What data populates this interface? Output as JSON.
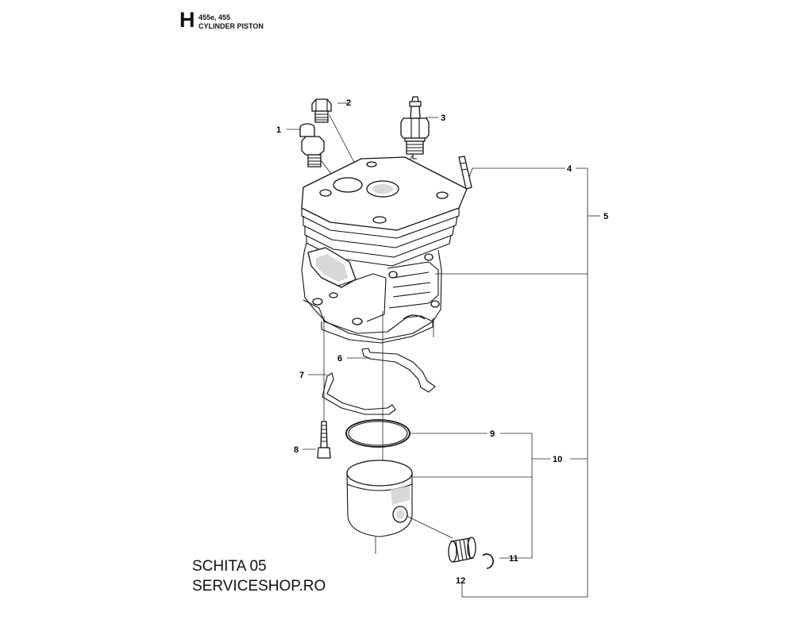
{
  "header": {
    "section_letter": "H",
    "models": "455e, 455",
    "title": "CYLINDER PISTON"
  },
  "callouts": [
    {
      "id": "c1",
      "label": "1"
    },
    {
      "id": "c2",
      "label": "2"
    },
    {
      "id": "c3",
      "label": "3"
    },
    {
      "id": "c4",
      "label": "4"
    },
    {
      "id": "c5",
      "label": "5"
    },
    {
      "id": "c6",
      "label": "6"
    },
    {
      "id": "c7",
      "label": "7"
    },
    {
      "id": "c8",
      "label": "8"
    },
    {
      "id": "c9",
      "label": "9"
    },
    {
      "id": "c10",
      "label": "10"
    },
    {
      "id": "c11",
      "label": "11"
    },
    {
      "id": "c12",
      "label": "12"
    }
  ],
  "footer": {
    "line1": "SCHITA 05",
    "line2": "SERVICESHOP.RO"
  }
}
